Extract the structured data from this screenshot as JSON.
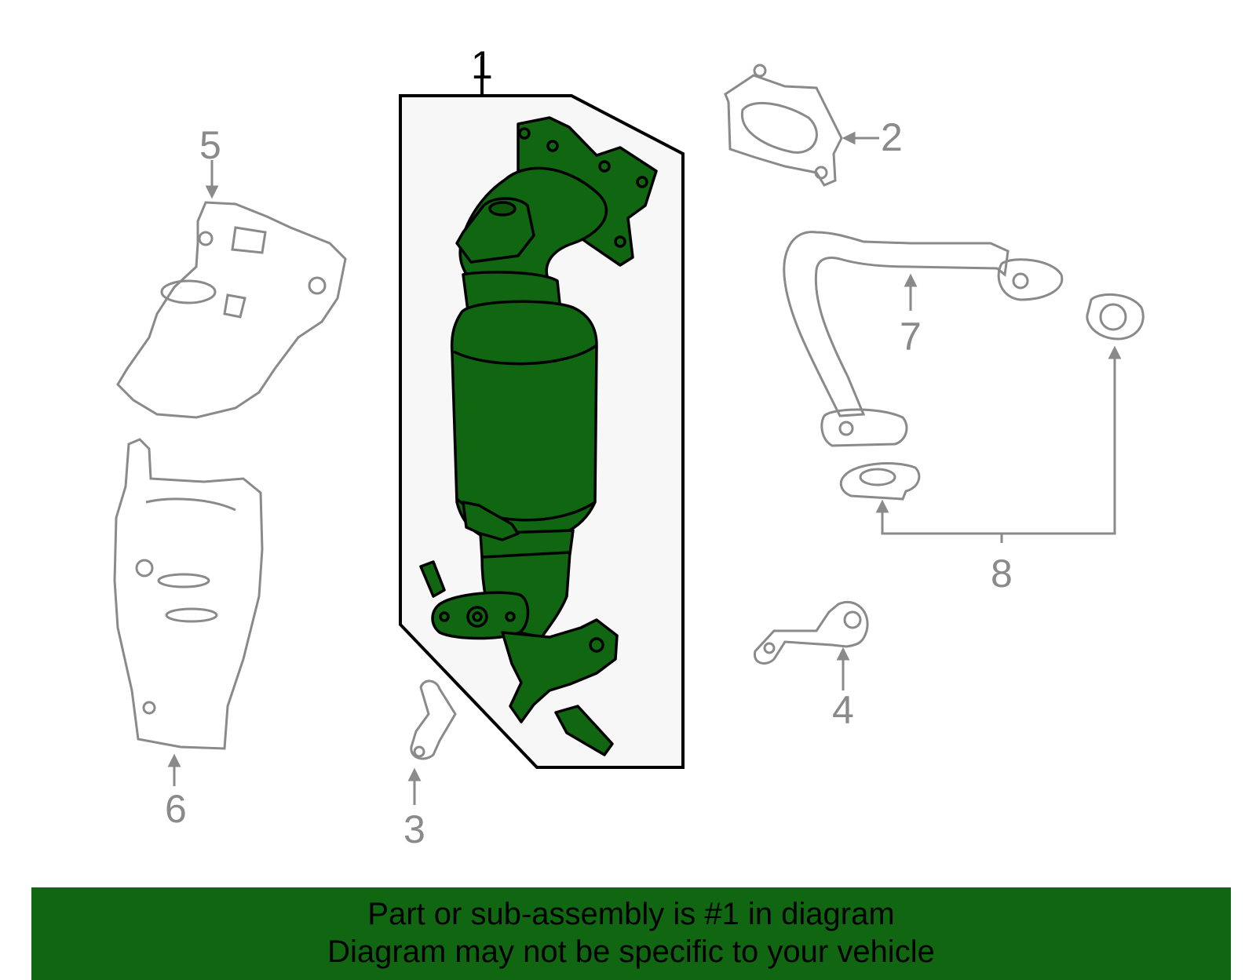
{
  "diagram": {
    "highlight_color": "#116611",
    "callouts": [
      "1",
      "2",
      "3",
      "4",
      "5",
      "6",
      "7",
      "8"
    ],
    "highlighted_part": "1"
  },
  "banner": {
    "line1": "Part or sub-assembly is #1 in diagram",
    "line2": "Diagram may not be specific to your vehicle",
    "background": "#116611"
  }
}
